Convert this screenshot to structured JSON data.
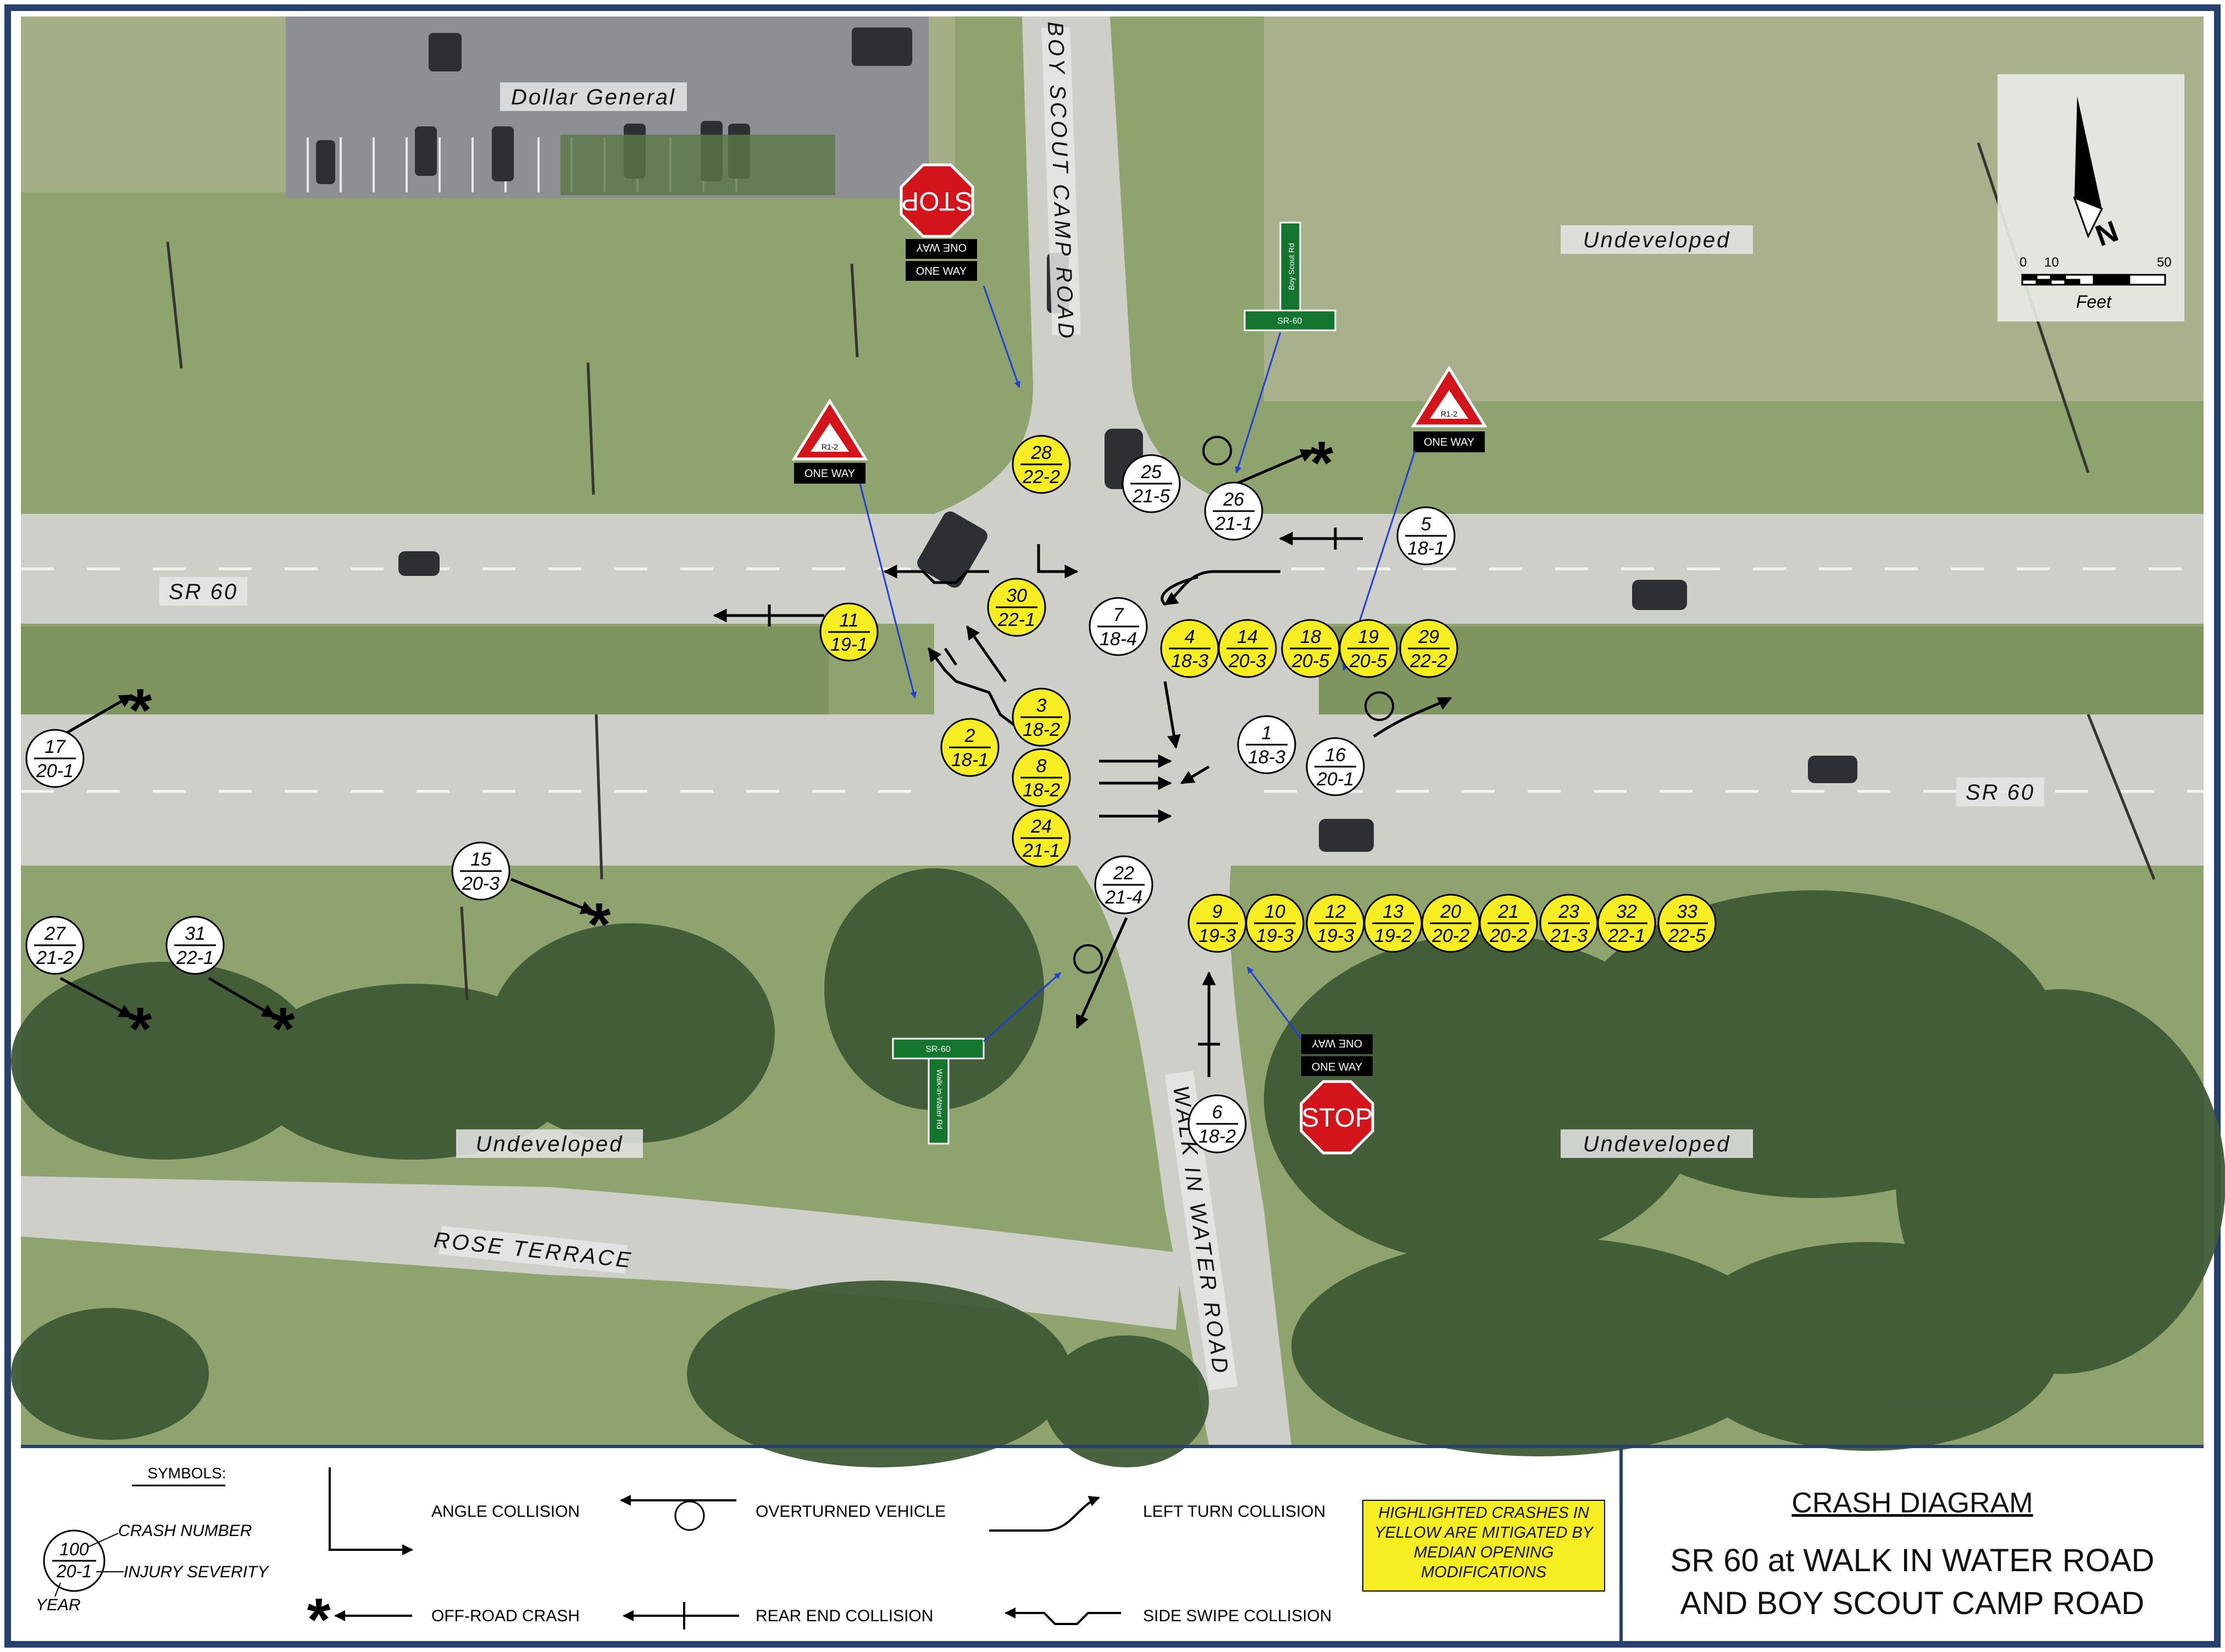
{
  "places": {
    "dollar_general": "Dollar General",
    "undeveloped": "Undeveloped",
    "sr60": "SR 60",
    "boy_scout": "BOY SCOUT CAMP ROAD",
    "walk_in_water": "WALK IN WATER ROAD",
    "rose_terrace": "ROSE TERRACE"
  },
  "signs": {
    "stop": "STOP",
    "one_way": "ONE WAY",
    "yield_code": "R1-2",
    "guide_sr60": "SR-60",
    "guide_boy_scout": "Boy Scout Rd",
    "guide_walk_in_water": "Walk-in-Water Rd"
  },
  "north_arrow": {
    "n": "N",
    "scale_0": "0",
    "scale_10": "10",
    "scale_50": "50",
    "units": "Feet"
  },
  "crashes": {
    "c1": {
      "num": "1",
      "sev": "18-3",
      "highlighted": false
    },
    "c2": {
      "num": "2",
      "sev": "18-1",
      "highlighted": true
    },
    "c3": {
      "num": "3",
      "sev": "18-2",
      "highlighted": true
    },
    "c4": {
      "num": "4",
      "sev": "18-3",
      "highlighted": true
    },
    "c5": {
      "num": "5",
      "sev": "18-1",
      "highlighted": false
    },
    "c6": {
      "num": "6",
      "sev": "18-2",
      "highlighted": false
    },
    "c7": {
      "num": "7",
      "sev": "18-4",
      "highlighted": false
    },
    "c8": {
      "num": "8",
      "sev": "18-2",
      "highlighted": true
    },
    "c9": {
      "num": "9",
      "sev": "19-3",
      "highlighted": true
    },
    "c10": {
      "num": "10",
      "sev": "19-3",
      "highlighted": true
    },
    "c11": {
      "num": "11",
      "sev": "19-1",
      "highlighted": true
    },
    "c12": {
      "num": "12",
      "sev": "19-3",
      "highlighted": true
    },
    "c13": {
      "num": "13",
      "sev": "19-2",
      "highlighted": true
    },
    "c14": {
      "num": "14",
      "sev": "20-3",
      "highlighted": true
    },
    "c15": {
      "num": "15",
      "sev": "20-3",
      "highlighted": false
    },
    "c16": {
      "num": "16",
      "sev": "20-1",
      "highlighted": false
    },
    "c17": {
      "num": "17",
      "sev": "20-1",
      "highlighted": false
    },
    "c18": {
      "num": "18",
      "sev": "20-5",
      "highlighted": true
    },
    "c19": {
      "num": "19",
      "sev": "20-5",
      "highlighted": true
    },
    "c20": {
      "num": "20",
      "sev": "20-2",
      "highlighted": true
    },
    "c21": {
      "num": "21",
      "sev": "20-2",
      "highlighted": true
    },
    "c22": {
      "num": "22",
      "sev": "21-4",
      "highlighted": false
    },
    "c23": {
      "num": "23",
      "sev": "21-3",
      "highlighted": true
    },
    "c24": {
      "num": "24",
      "sev": "21-1",
      "highlighted": true
    },
    "c25": {
      "num": "25",
      "sev": "21-5",
      "highlighted": false
    },
    "c26": {
      "num": "26",
      "sev": "21-1",
      "highlighted": false
    },
    "c27": {
      "num": "27",
      "sev": "21-2",
      "highlighted": false
    },
    "c28": {
      "num": "28",
      "sev": "22-2",
      "highlighted": true
    },
    "c29": {
      "num": "29",
      "sev": "22-2",
      "highlighted": true
    },
    "c30": {
      "num": "30",
      "sev": "22-1",
      "highlighted": true
    },
    "c31": {
      "num": "31",
      "sev": "22-1",
      "highlighted": false
    },
    "c32": {
      "num": "32",
      "sev": "22-1",
      "highlighted": true
    },
    "c33": {
      "num": "33",
      "sev": "22-5",
      "highlighted": true
    }
  },
  "legend": {
    "symbols_title": "SYMBOLS:",
    "key_num": "100",
    "key_sev": "20-1",
    "crash_number": "CRASH NUMBER",
    "injury_severity": "INJURY SEVERITY",
    "year": "YEAR",
    "angle": "ANGLE COLLISION",
    "overturned": "OVERTURNED VEHICLE",
    "left_turn": "LEFT TURN COLLISION",
    "off_road": "OFF-ROAD CRASH",
    "rear_end": "REAR END COLLISION",
    "side_swipe": "SIDE SWIPE COLLISION",
    "highlight_note": "HIGHLIGHTED CRASHES IN YELLOW ARE MITIGATED BY MEDIAN OPENING MODIFICATIONS"
  },
  "title": {
    "heading": "CRASH DIAGRAM",
    "line1": "SR 60 at WALK IN WATER ROAD",
    "line2": "AND BOY SCOUT CAMP ROAD"
  },
  "colors": {
    "frame": "#27406e",
    "highlight": "#f6ee22",
    "grass": "#8fa36f",
    "pavement": "#cfcfca",
    "trees": "#3f5a35",
    "stop_red": "#d4141b",
    "guide_green": "#13752e",
    "leader_blue": "#1f3fd8"
  }
}
